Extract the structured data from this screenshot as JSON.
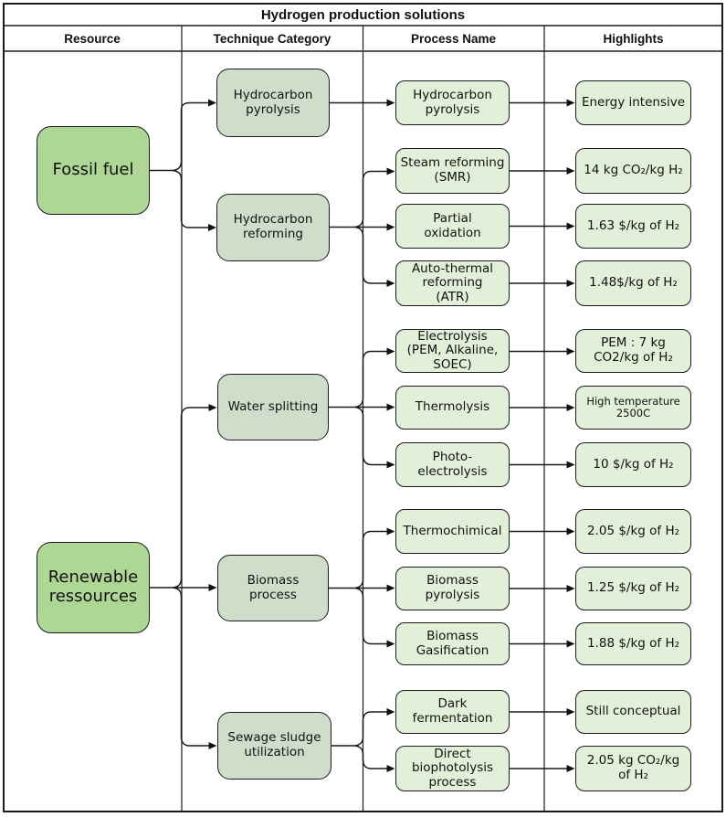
{
  "title": "Hydrogen production solutions",
  "headers": [
    {
      "label": "Resource"
    },
    {
      "label": "Technique Category"
    },
    {
      "label": "Process Name"
    },
    {
      "label": "Highlights"
    }
  ],
  "colors": {
    "resource_fill": "#aed695",
    "category_fill": "#cfdecb",
    "process_fill": "#e2f0da",
    "line": "#1a1a1a"
  },
  "resources": [
    {
      "label": "Fossil fuel"
    },
    {
      "label": "Renewable\nressources"
    }
  ],
  "categories": [
    {
      "label": "Hydrocarbon\npyrolysis"
    },
    {
      "label": "Hydrocarbon\nreforming"
    },
    {
      "label": "Water splitting"
    },
    {
      "label": "Biomass\nprocess"
    },
    {
      "label": "Sewage sludge\nutilization"
    }
  ],
  "processes": [
    {
      "label": "Hydrocarbon\npyrolysis"
    },
    {
      "label": "Steam reforming\n(SMR)"
    },
    {
      "label": "Partial\noxidation"
    },
    {
      "label": "Auto-thermal\nreforming\n(ATR)"
    },
    {
      "label": "Electrolysis\n(PEM, Alkaline,\nSOEC)"
    },
    {
      "label": "Thermolysis"
    },
    {
      "label": "Photo-\nelectrolysis"
    },
    {
      "label": "Thermochimical"
    },
    {
      "label": "Biomass\npyrolysis"
    },
    {
      "label": "Biomass\nGasification"
    },
    {
      "label": "Dark\nfermentation"
    },
    {
      "label": "Direct\nbiophotolysis\nprocess"
    }
  ],
  "highlights": [
    {
      "label": "Energy intensive"
    },
    {
      "label": "14 kg CO₂/kg H₂"
    },
    {
      "label": "1.63 $/kg of H₂"
    },
    {
      "label": "1.48$/kg of H₂"
    },
    {
      "label": "PEM : 7 kg\nCO2/kg of H₂"
    },
    {
      "label": "High temperature\n2500C"
    },
    {
      "label": "10 $/kg of H₂"
    },
    {
      "label": "2.05 $/kg of H₂"
    },
    {
      "label": "1.25 $/kg of H₂"
    },
    {
      "label": "1.88 $/kg of H₂"
    },
    {
      "label": "Still conceptual"
    },
    {
      "label": "2.05 kg CO₂/kg\nof H₂"
    }
  ]
}
